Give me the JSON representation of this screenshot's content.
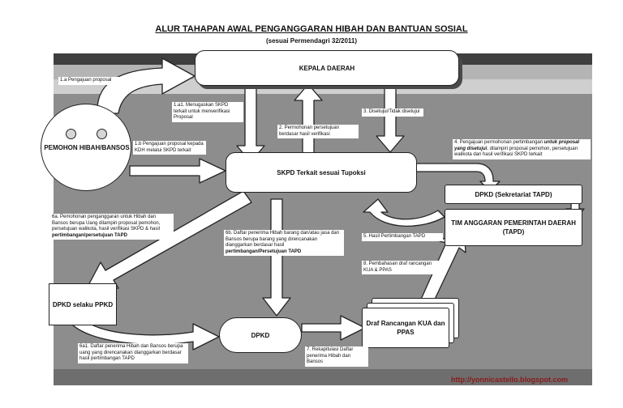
{
  "header": {
    "title": "ALUR TAHAPAN AWAL PENGANGGARAN HIBAH DAN BANTUAN SOSIAL",
    "subtitle": "(sesuai Permendagri 32/2011)"
  },
  "nodes": {
    "kepala_daerah": "KEPALA DAERAH",
    "pemohon": "PEMOHON HIBAH/BANSOS",
    "skpd": "SKPD Terkait sesuai Tupoksi",
    "dpkd_sekretariat": "DPKD (Sekretariat TAPD)",
    "tapd": "TIM ANGGARAN PEMERINTAH DAERAH (TAPD)",
    "ppkd": "DPKD selaku PPKD",
    "dpkd": "DPKD",
    "draf": "Draf Rancangan KUA dan PPAS"
  },
  "notes": {
    "n1a": "1.a Pengajuan proposal",
    "n1a1": "1.a1. Menugaskan SKPD terkait untuk menverifikasi Proposal",
    "n1b": "1.b Pengajuan proposal kepada KDH melalui SKPD terkait",
    "n2": "2. Permohonan persetujuan berdasar hasil verifikasi",
    "n3": "3. Disetujui/Tidak disetujui",
    "n4_pre": "4. Pengajuan permohonan pertimbangan ",
    "n4_em": "untuk proposal yang disetujui",
    "n4_post": ", dilampiri proposal pemohon, persetujuan walikota dan hasil verifikasi SKPD terkait",
    "n5": "5. Hasil Pertimbangan TAPD",
    "n6a_pre": "6a. Pemohonan penganggaran untuk Hibah dan Bansos berupa Uang dilampiri proposal pemohon, persetujuan walikota, hasil verifikasi SKPD & hasil ",
    "n6a_em": "pertimbangan/persetujuan TAPD",
    "n6b_pre": "6b. Daftar penerima Hibah barang dan/atau jasa dan Bansos berupa barang yang direncanakan dianggarkan berdasar hasil ",
    "n6b_em": "pertimbangan/Persetujuan TAPD",
    "n6a1": "6a1. Daftar penerima Hibah dan Bansos berupa uang yang direncanakan dianggarkan berdasar hasil pertimbangan TAPD",
    "n7": "7. Rekapitulasi Daftar penerima Hibah dan Bansos",
    "n8": "8. Pembahasan draf rancangan KUA & PPAS"
  },
  "footer": {
    "url": "http://yonnicastello.blogspot.com"
  },
  "colors": {
    "background_screenshot": "#8d8d8d",
    "box_fill": "#ffffff",
    "stroke": "#222222",
    "url_text": "#8b1a1a"
  }
}
